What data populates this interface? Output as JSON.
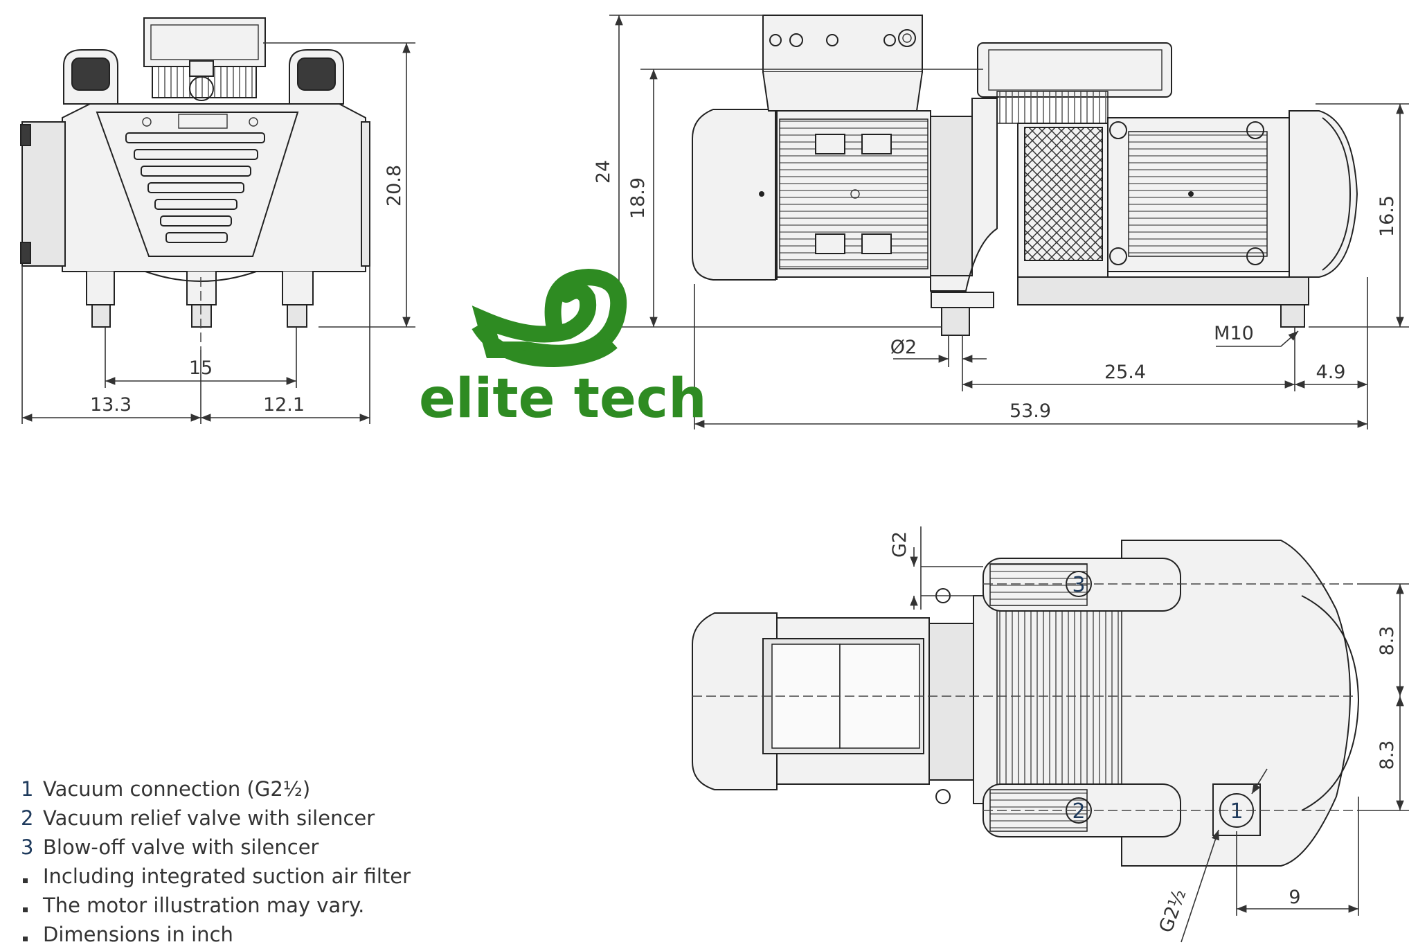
{
  "brand": {
    "name": "elite tech",
    "color": "#2e8b22"
  },
  "front_view": {
    "dims": {
      "height": "20.8",
      "feet_spacing": "15",
      "left_half": "13.3",
      "right_half": "12.1"
    }
  },
  "side_view": {
    "dims": {
      "overall_height": "24",
      "motor_height": "18.9",
      "pump_height": "16.5",
      "foot_hole": "Ø2",
      "thread": "M10",
      "foot_span": "25.4",
      "rear_offset": "4.9",
      "overall_length": "53.9"
    }
  },
  "top_view": {
    "dims": {
      "outlet_offset": "G2",
      "upper_half": "8.3",
      "lower_half": "8.3",
      "inlet_offset": "9",
      "inlet_thread": "G2½"
    },
    "callouts": [
      "1",
      "2",
      "3"
    ]
  },
  "legend": {
    "items": [
      {
        "marker": "1",
        "text": "Vacuum connection (G2½)"
      },
      {
        "marker": "2",
        "text": "Vacuum relief valve with silencer"
      },
      {
        "marker": "3",
        "text": "Blow-off valve with silencer"
      },
      {
        "marker": "bullet",
        "text": "Including integrated suction air filter"
      },
      {
        "marker": "bullet",
        "text": "The motor illustration may vary."
      },
      {
        "marker": "bullet",
        "text": "Dimensions in inch"
      }
    ]
  },
  "colors": {
    "line": "#222222",
    "callout": "#1e3a5c",
    "logo": "#2e8b22"
  }
}
